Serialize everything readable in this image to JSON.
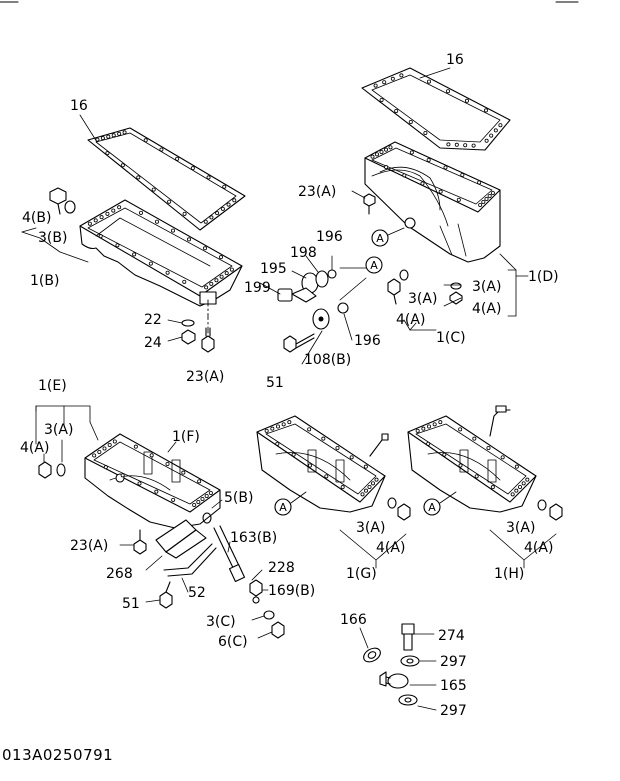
{
  "figure_code": "013A0250791",
  "callout_marker": "A",
  "labels": {
    "gasket_left": "16",
    "gasket_right": "16",
    "l_4b": "4(B)",
    "l_3b": "3(B)",
    "l_1b": "1(B)",
    "l_22": "22",
    "l_24": "24",
    "l_23a_top": "23(A)",
    "l_23a_mid": "23(A)",
    "l_23a_low": "23(A)",
    "l_195": "195",
    "l_198": "198",
    "l_196_top": "196",
    "l_196_bot": "196",
    "l_199": "199",
    "l_108b": "108(B)",
    "l_51_top": "51",
    "l_51_bot": "51",
    "l_3a_c": "3(A)",
    "l_4a_c": "4(A)",
    "l_1c": "1(C)",
    "l_1d": "1(D)",
    "l_3a_d": "3(A)",
    "l_4a_d": "4(A)",
    "l_1e": "1(E)",
    "l_3a_e": "3(A)",
    "l_4a_e": "4(A)",
    "l_1f": "1(F)",
    "l_5b": "5(B)",
    "l_163b": "163(B)",
    "l_228": "228",
    "l_169b": "169(B)",
    "l_3c": "3(C)",
    "l_6c": "6(C)",
    "l_268": "268",
    "l_52": "52",
    "l_3a_g": "3(A)",
    "l_4a_g": "4(A)",
    "l_1g": "1(G)",
    "l_3a_h": "3(A)",
    "l_4a_h": "4(A)",
    "l_1h": "1(H)",
    "l_166": "166",
    "l_274": "274",
    "l_297_top": "297",
    "l_165": "165",
    "l_297_bot": "297"
  }
}
